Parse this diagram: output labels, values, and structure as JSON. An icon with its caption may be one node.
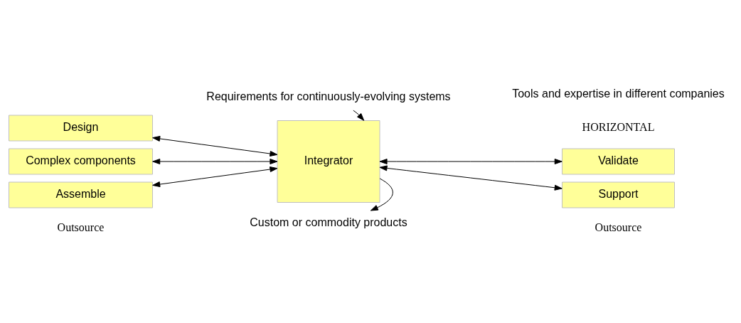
{
  "diagram": {
    "nodes": [
      {
        "text": [
          "Requirements for continuously-evolving systems"
        ]
      },
      {
        "text": [
          "Design"
        ]
      },
      {
        "text": [
          "Complex components"
        ]
      },
      {
        "text": [
          "Assemble"
        ]
      },
      {
        "text": [
          "Integrator"
        ]
      },
      {
        "text": [
          "Validate"
        ]
      },
      {
        "text": [
          "Support"
        ]
      },
      {
        "text": [
          "Custom or commodity products"
        ]
      }
    ],
    "edges": [
      {
        "from": 0,
        "to": 4,
        "arrow": "to"
      },
      {
        "from": 1,
        "to": 4,
        "arrow": "both"
      },
      {
        "from": 2,
        "to": 4,
        "arrow": "both"
      },
      {
        "from": 3,
        "to": 4,
        "arrow": "both"
      },
      {
        "from": 4,
        "to": 5,
        "arrow": "both"
      },
      {
        "from": 4,
        "to": 6,
        "arrow": "both"
      },
      {
        "from": 4,
        "to": 7,
        "arrow": "to"
      }
    ],
    "labels": [
      "Tools and expertise in different companies",
      "HORIZONTAL",
      "Outsource",
      "Outsource"
    ]
  }
}
